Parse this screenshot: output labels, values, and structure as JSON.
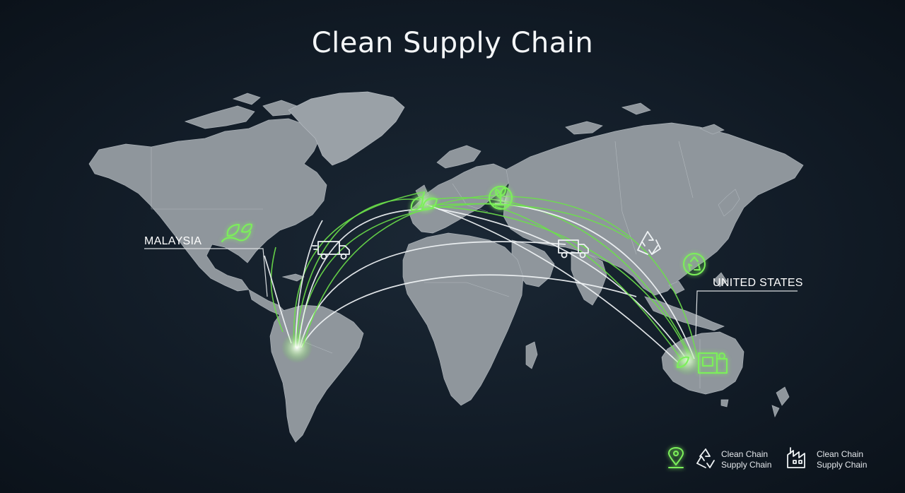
{
  "title": "Clean Supply Chain",
  "labels": {
    "west": "MALAYSIA",
    "east": "UNITED STATES"
  },
  "legend": [
    {
      "icon": "recycle-icon",
      "line1": "Clean Chain",
      "line2": "Supply Chain"
    },
    {
      "icon": "factory-icon",
      "line1": "Clean Chain",
      "line2": "Supply Chain"
    }
  ],
  "colors": {
    "background": "#121c27",
    "land": "#8f969c",
    "accent_green": "#6ce04a",
    "route_white": "#f2f5f7"
  },
  "map_icons": [
    "leaf-hand-icon",
    "delivery-truck-icon",
    "leaves-icon",
    "globe-plant-icon",
    "delivery-truck-icon",
    "recycle-icon",
    "recycle-icon",
    "factory-icon",
    "location-pin-icon"
  ]
}
